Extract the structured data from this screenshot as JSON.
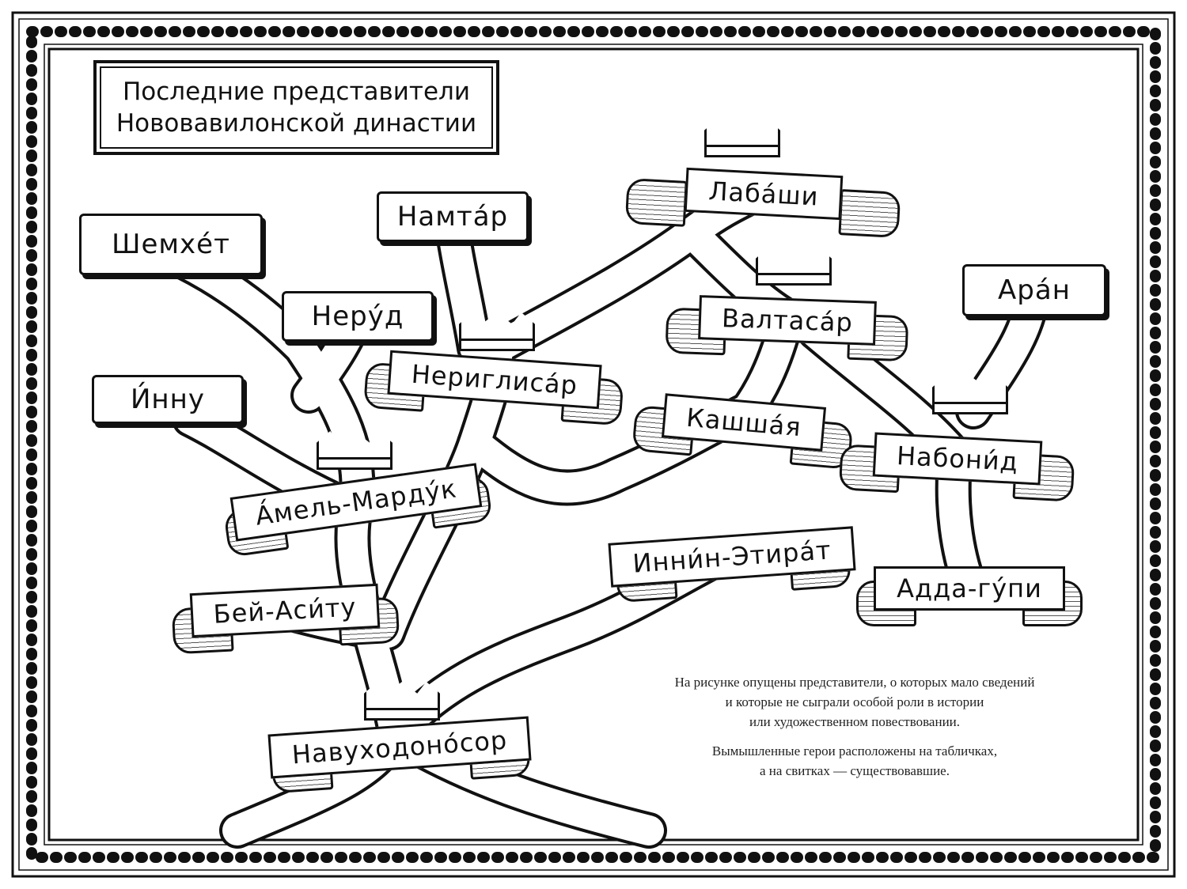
{
  "title": {
    "line1": "Последние представители",
    "line2": "Нововавилонской династии"
  },
  "tablets": {
    "shemhet": "Шемхе́т",
    "namtar": "Намта́р",
    "nerud": "Неру́д",
    "innu": "И́нну",
    "aran": "Ара́н"
  },
  "scrolls": {
    "labashi": "Лаба́ши",
    "neriglisar": "Нериглиса́р",
    "valtasar": "Валтаса́р",
    "kashshaya": "Кашша́я",
    "nabonid": "Набони́д",
    "amel_marduk": "А́мель-Марду́к",
    "innin_etirat": "Инни́н-Этира́т",
    "adda_gupi": "Адда-гу́пи",
    "bei_asitu": "Бей-Аси́ту",
    "navuhodonosor": "Навуходоно́сор"
  },
  "caption": {
    "line1": "На рисунке опущены представители, о которых мало сведений",
    "line2": "и которые не сыграли особой роли в истории",
    "line3": "или художественном повествовании.",
    "line4": "Вымышленные герои расположены на табличках,",
    "line5": "а на свитках — существовавшие."
  }
}
